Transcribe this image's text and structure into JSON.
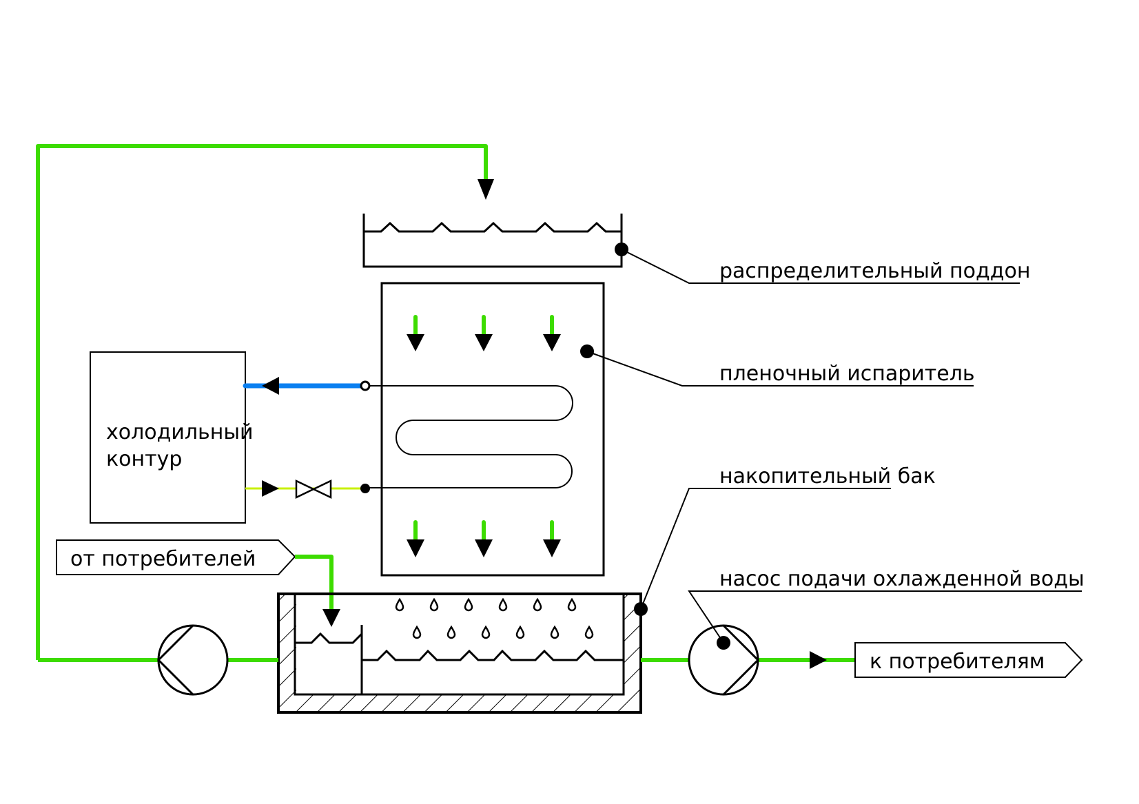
{
  "diagram": {
    "type": "process-flow-schematic",
    "colors": {
      "water_pipe": "#3ddc00",
      "refrigerant_return": "#0a7ff0",
      "refrigerant_supply": "#c8f000",
      "line": "#000000",
      "background": "#ffffff"
    },
    "components": {
      "refrigeration_unit": {
        "line1": "холодильный",
        "line2": "контур"
      },
      "inlet_tag": {
        "label": "от потребителей"
      },
      "outlet_tag": {
        "label": "к потребителям"
      }
    },
    "callouts": [
      {
        "id": "distribution-tray",
        "label": "распределительный поддон"
      },
      {
        "id": "film-evaporator",
        "label": "пленочный испаритель"
      },
      {
        "id": "storage-tank",
        "label": "накопительный бак"
      },
      {
        "id": "chilled-water-pump",
        "label": "насос подачи охлажденной воды"
      }
    ],
    "flows": [
      {
        "from": "recirculation-pump",
        "to": "distribution-tray",
        "medium": "water"
      },
      {
        "from": "distribution-tray",
        "to": "film-evaporator",
        "medium": "water"
      },
      {
        "from": "film-evaporator",
        "to": "storage-tank",
        "medium": "water"
      },
      {
        "from": "inlet_tag",
        "to": "storage-tank",
        "medium": "water"
      },
      {
        "from": "storage-tank",
        "to": "chilled-water-pump",
        "medium": "water"
      },
      {
        "from": "chilled-water-pump",
        "to": "outlet_tag",
        "medium": "water"
      },
      {
        "from": "film-evaporator",
        "to": "refrigeration_unit",
        "medium": "refrigerant-vapor"
      },
      {
        "from": "refrigeration_unit",
        "to": "film-evaporator",
        "medium": "refrigerant-liquid",
        "via": "expansion-valve"
      }
    ]
  }
}
